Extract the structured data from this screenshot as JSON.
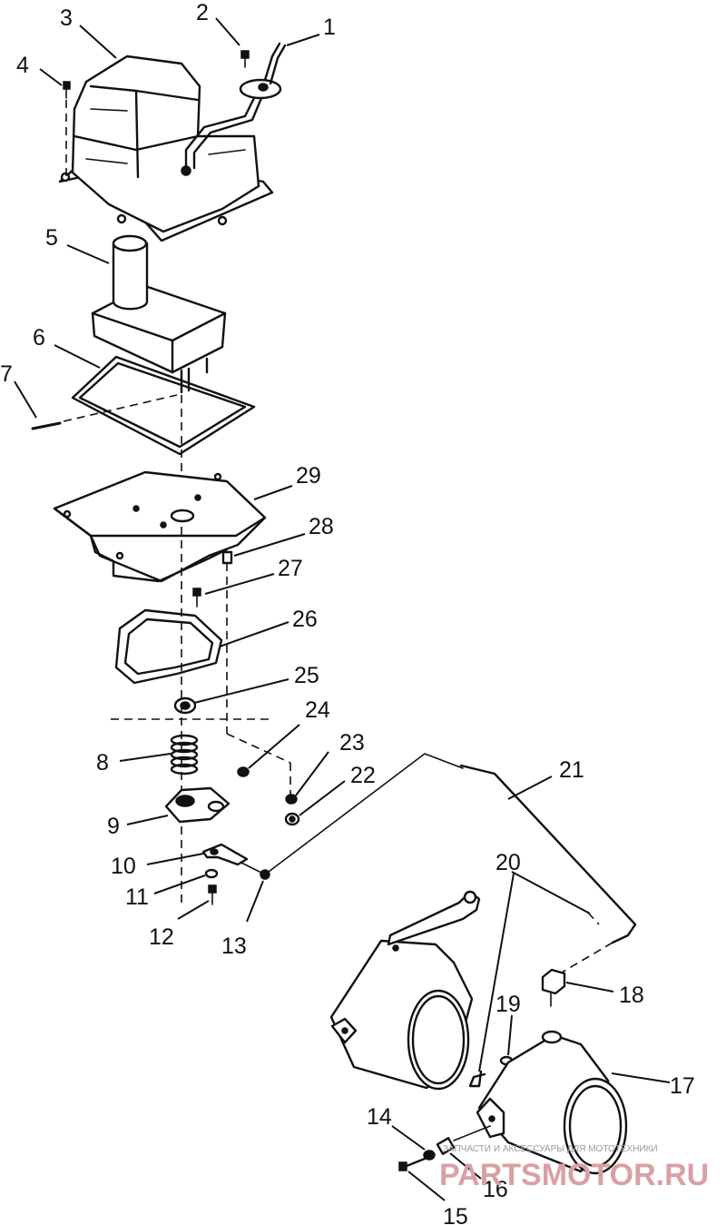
{
  "callouts": [
    "1",
    "2",
    "3",
    "4",
    "5",
    "6",
    "7",
    "8",
    "9",
    "10",
    "11",
    "12",
    "13",
    "14",
    "15",
    "16",
    "17",
    "18",
    "19",
    "20",
    "21",
    "22",
    "23",
    "24",
    "25",
    "26",
    "27",
    "28",
    "29"
  ],
  "watermark": {
    "tagline": "ЗАПЧАСТИ И АКСЕССУАРЫ ДЛЯ МОТОТЕХНИКИ",
    "logo": "PARTSMOTOR.RU",
    "logo_color": "#d9a0a4"
  }
}
